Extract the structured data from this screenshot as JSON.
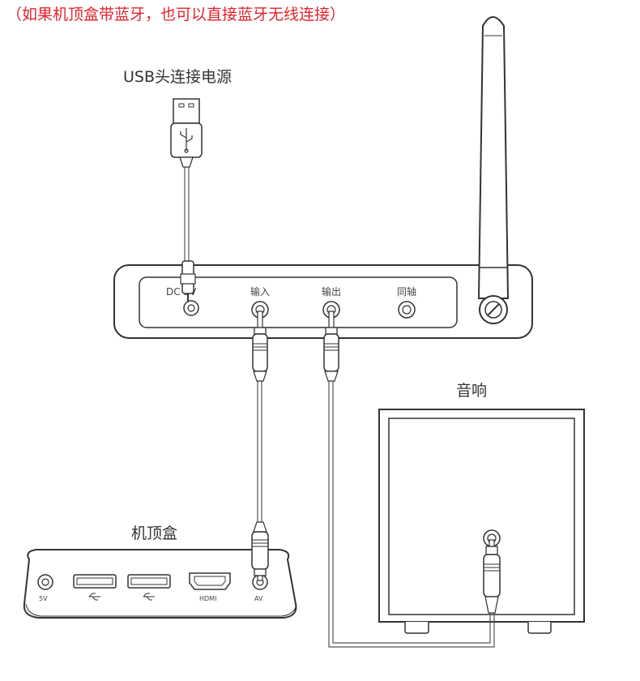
{
  "note": "（如果机顶盒带蓝牙，也可以直接蓝牙无线连接）",
  "labels": {
    "usb_power": "USB头连接电源",
    "speaker": "音响",
    "set_top_box": "机顶盒"
  },
  "receiver_ports": {
    "dc": "DC 5V",
    "input": "输入",
    "output": "输出",
    "coaxial": "同轴"
  },
  "box_ports": {
    "power": "5V",
    "hdmi": "HDMI",
    "av": "AV"
  },
  "colors": {
    "note_red": "#e0232d",
    "line": "#555555",
    "outline": "#3a3a3a"
  }
}
